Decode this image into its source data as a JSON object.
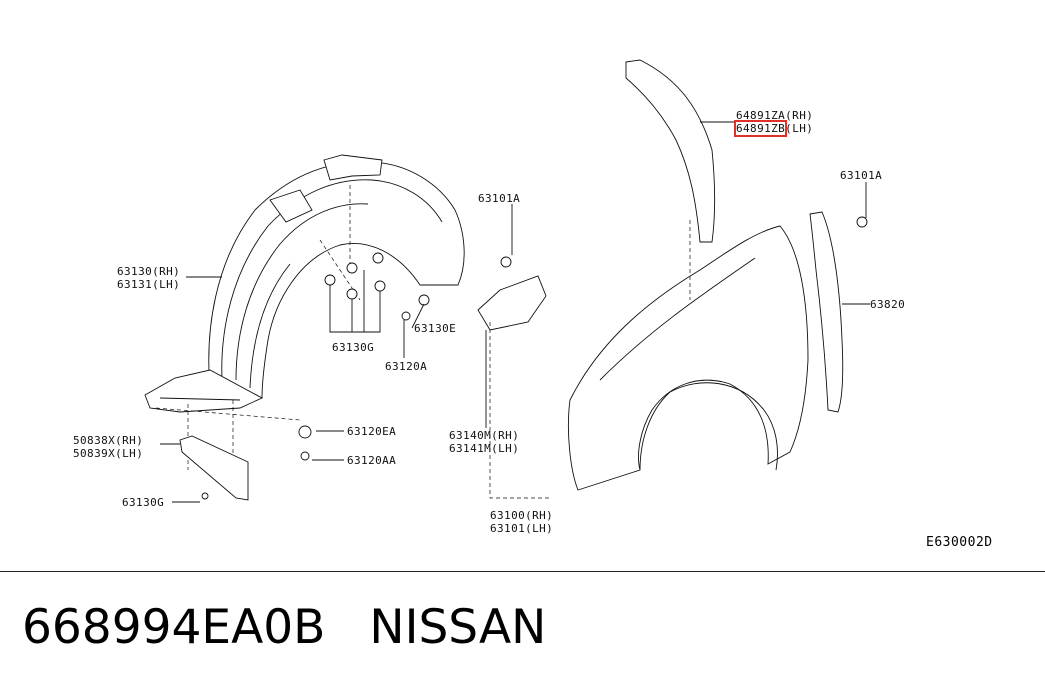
{
  "diagram": {
    "labels": {
      "p63130": "63130(RH)",
      "p63131": "63131(LH)",
      "p63101A_left": "63101A",
      "p64891ZA": "64891ZA(RH)",
      "p64891ZB_code": "64891ZB",
      "p64891ZB_side": "(LH)",
      "p63101A_right": "63101A",
      "p63820": "63820",
      "p63130E": "63130E",
      "p63130G_mid": "63130G",
      "p63120A": "63120A",
      "p63120EA": "63120EA",
      "p50838X": "50838X(RH)",
      "p50839X": "50839X(LH)",
      "p63120AA": "63120AA",
      "p63130G_low": "63130G",
      "p63140M": "63140M(RH)",
      "p63141M": "63141M(LH)",
      "p63100": "63100(RH)",
      "p63101": "63101(LH)",
      "figure_code": "E630002D"
    },
    "highlight_color": "#e0302a"
  },
  "caption": {
    "part_number": "668994EA0B",
    "brand": "NISSAN"
  }
}
